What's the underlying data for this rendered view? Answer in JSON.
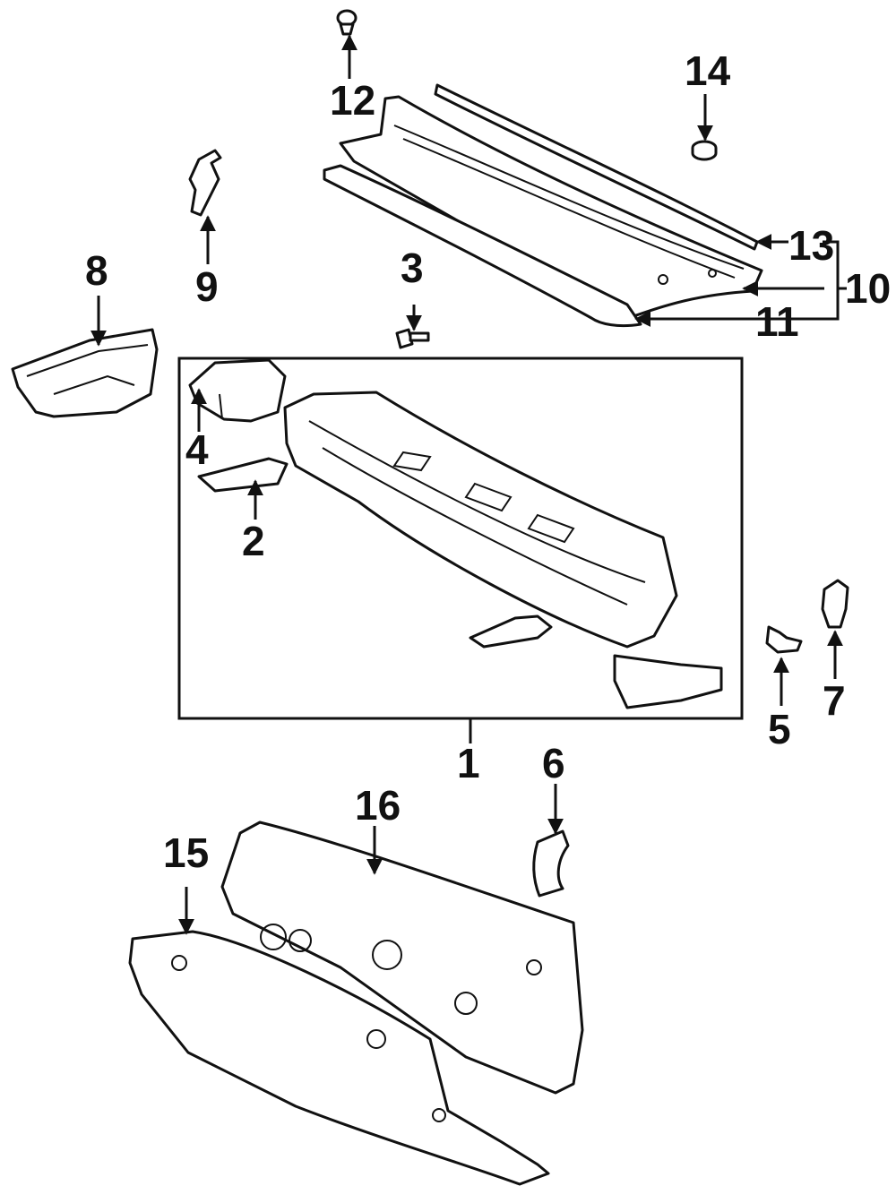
{
  "diagram": {
    "callouts": [
      {
        "id": "1",
        "text": "1"
      },
      {
        "id": "2",
        "text": "2"
      },
      {
        "id": "3",
        "text": "3"
      },
      {
        "id": "4",
        "text": "4"
      },
      {
        "id": "5",
        "text": "5"
      },
      {
        "id": "6",
        "text": "6"
      },
      {
        "id": "7",
        "text": "7"
      },
      {
        "id": "8",
        "text": "8"
      },
      {
        "id": "9",
        "text": "9"
      },
      {
        "id": "10",
        "text": "10"
      },
      {
        "id": "11",
        "text": "11"
      },
      {
        "id": "12",
        "text": "12"
      },
      {
        "id": "13",
        "text": "13"
      },
      {
        "id": "14",
        "text": "14"
      },
      {
        "id": "15",
        "text": "15"
      },
      {
        "id": "16",
        "text": "16"
      }
    ],
    "colors": {
      "line": "#111111",
      "background": "#ffffff"
    }
  }
}
